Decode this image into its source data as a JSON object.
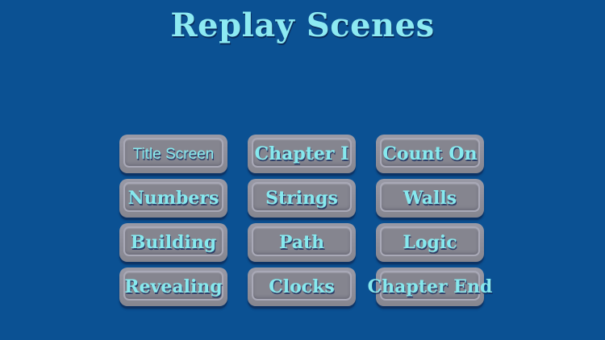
{
  "page": {
    "title": "Replay Scenes"
  },
  "colors": {
    "background": "#0B5193",
    "title_text": "#8DEAF2",
    "button_face": "#8E8E9A",
    "button_inner_plate": "#85858F",
    "button_bevel_highlight": "#B6B6C4",
    "button_label_text": "#86E9EE",
    "button_shadow": "#0F2A58"
  },
  "buttons": [
    {
      "label": "Title Screen",
      "font": "sans"
    },
    {
      "label": "Chapter I",
      "font": "slab"
    },
    {
      "label": "Count On",
      "font": "slab"
    },
    {
      "label": "Numbers",
      "font": "slab"
    },
    {
      "label": "Strings",
      "font": "slab"
    },
    {
      "label": "Walls",
      "font": "slab"
    },
    {
      "label": "Building",
      "font": "slab"
    },
    {
      "label": "Path",
      "font": "slab"
    },
    {
      "label": "Logic",
      "font": "slab"
    },
    {
      "label": "Revealing",
      "font": "slab"
    },
    {
      "label": "Clocks",
      "font": "slab"
    },
    {
      "label": "Chapter End",
      "font": "slab"
    }
  ]
}
